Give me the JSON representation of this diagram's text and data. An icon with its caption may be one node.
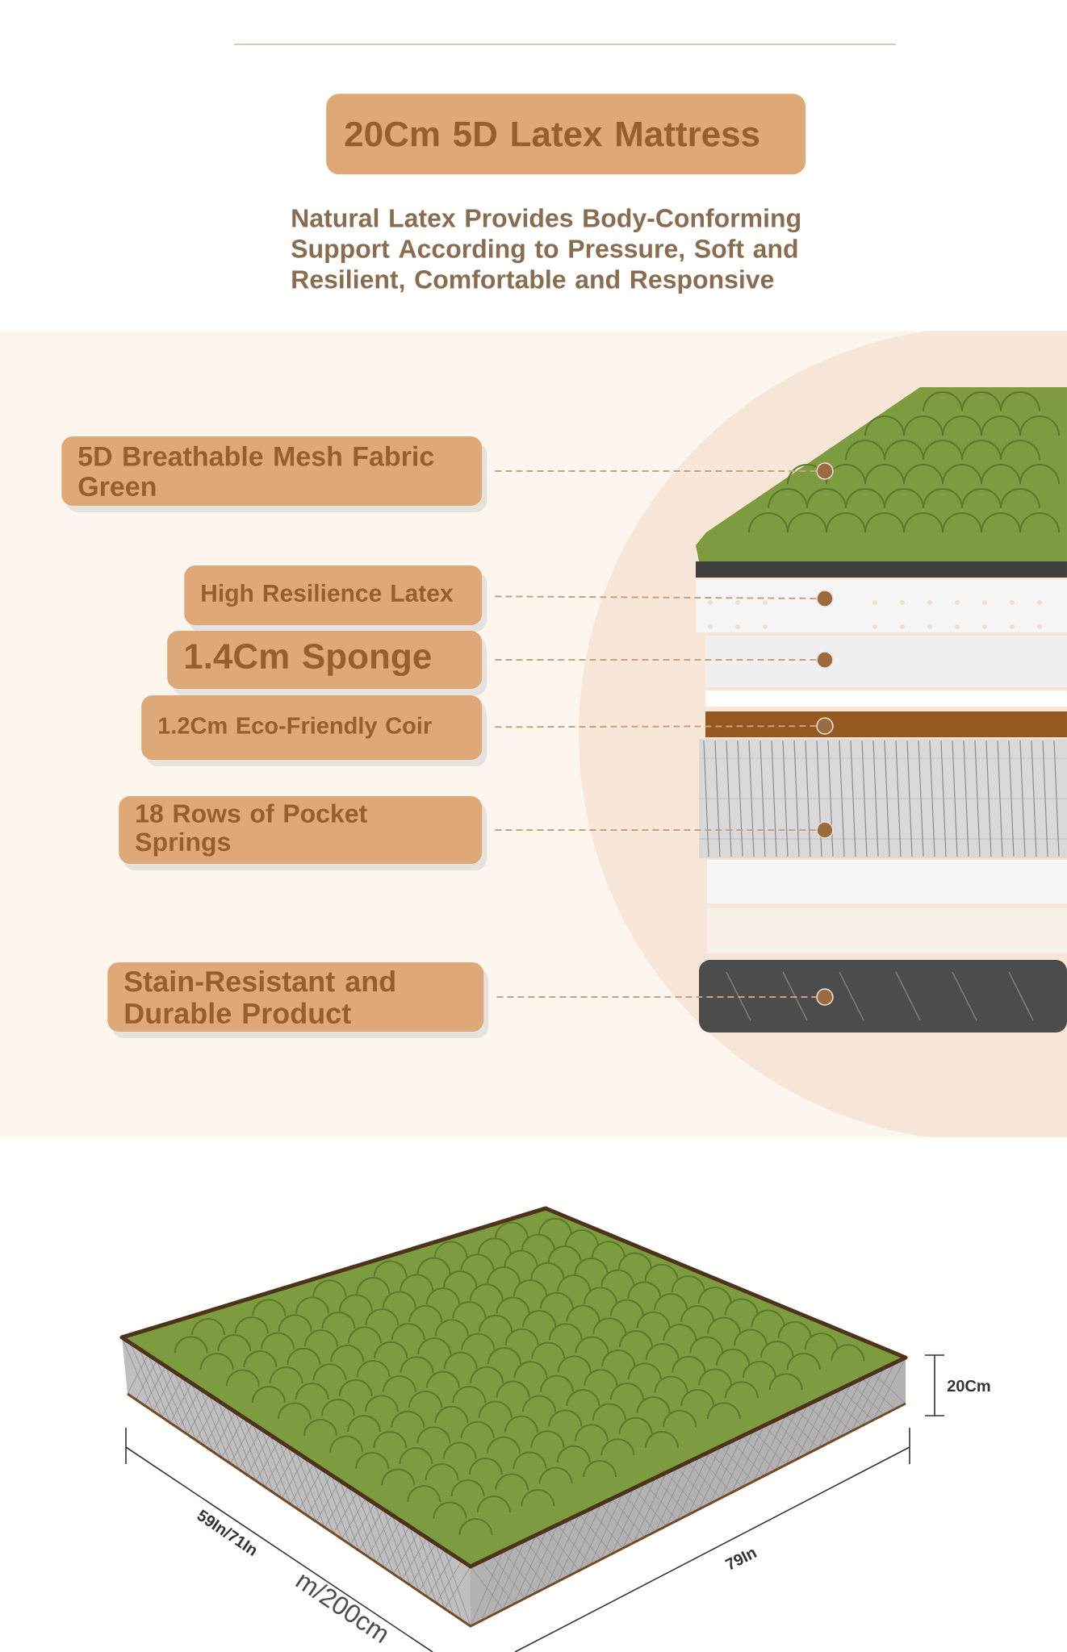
{
  "diagram": {
    "nodes": [
      {
        "text": [
          "20Cm 5D Latex Mattress"
        ]
      },
      {
        "text": [
          "5D Breathable Mesh Fabric Green"
        ]
      },
      {
        "text": [
          "High Resilience Latex"
        ]
      },
      {
        "text": [
          "1.4Cm Sponge"
        ]
      },
      {
        "text": [
          "1.2Cm Eco-Friendly Coir"
        ]
      },
      {
        "text": [
          "18 Rows of Pocket Springs"
        ]
      },
      {
        "text": [
          "Stain-Resistant and Durable Product"
        ]
      },
      {
        "text": [],
        "shape": "circle"
      },
      {
        "text": [],
        "shape": "circle"
      },
      {
        "text": [],
        "shape": "circle"
      },
      {
        "text": [],
        "shape": "circle"
      },
      {
        "text": [],
        "shape": "circle"
      },
      {
        "text": [],
        "shape": "circle"
      }
    ],
    "edges": [
      {
        "from": 1,
        "to": 7,
        "arrow": "none",
        "style": "dashed"
      },
      {
        "from": 2,
        "to": 8,
        "arrow": "none",
        "style": "dashed"
      },
      {
        "from": 3,
        "to": 9,
        "arrow": "none",
        "style": "dashed"
      },
      {
        "from": 4,
        "to": 10,
        "arrow": "none",
        "style": "dashed"
      },
      {
        "from": 5,
        "to": 11,
        "arrow": "none",
        "style": "dashed"
      },
      {
        "from": 6,
        "to": 12,
        "arrow": "none",
        "style": "dashed"
      }
    ],
    "labels": [
      "Natural Latex Provides Body-Conforming Support According to Pressure, Soft and Resilient, Comfortable and Responsive",
      "20Cm",
      "59In/71In",
      "79In",
      "m/200cm"
    ]
  }
}
